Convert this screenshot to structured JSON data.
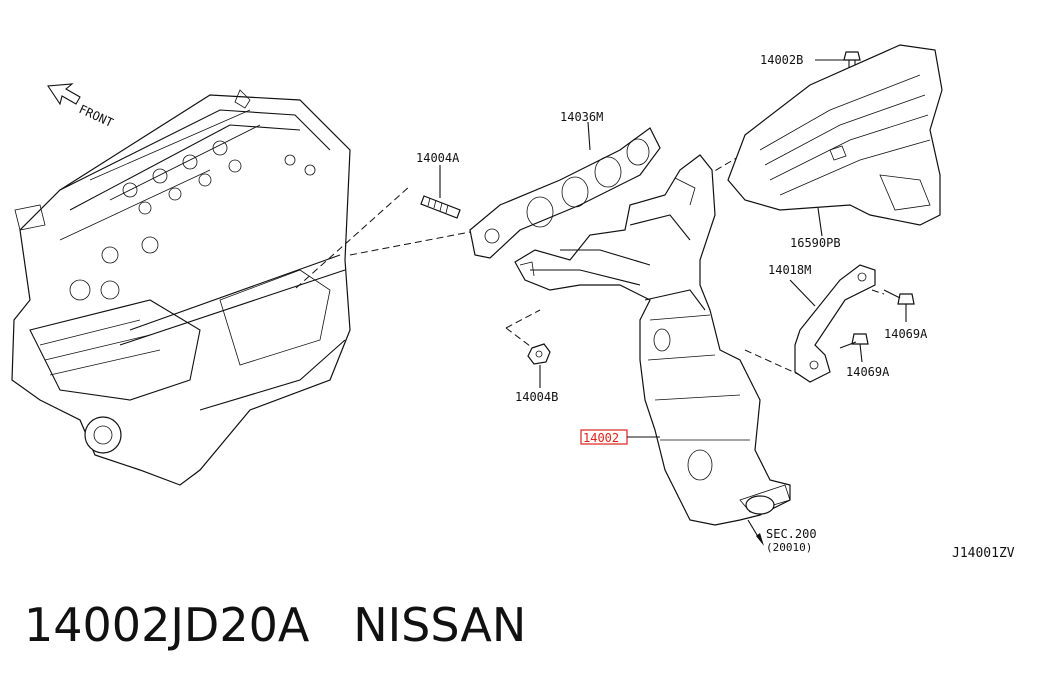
{
  "diagram": {
    "front_label": "FRONT",
    "callouts": {
      "heat_shield_bolt": "14002B",
      "gasket": "14036M",
      "stud": "14004A",
      "heat_shield": "16590PB",
      "bracket": "14018M",
      "bolt_upper": "14069A",
      "bolt_lower": "14069A",
      "nut": "14004B",
      "manifold_highlight": "14002"
    },
    "section_ref": "SEC.200",
    "section_sub": "(20010)",
    "drawing_id": "J14001ZV",
    "highlight_color": "#e0201a"
  },
  "caption": {
    "part_number": "14002JD20A",
    "brand": "NISSAN"
  }
}
